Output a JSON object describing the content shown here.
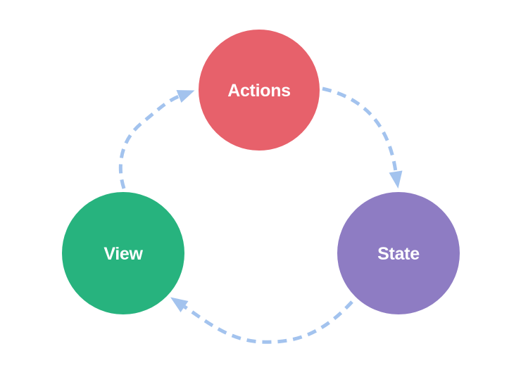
{
  "canvas": {
    "background": "#FFFFFF"
  },
  "diagram": {
    "type": "cycle",
    "arrow_color": "#A3C3EE",
    "nodes": [
      {
        "id": "actions",
        "label": "Actions",
        "color": "#E7616B",
        "text_color": "#FFFFFF"
      },
      {
        "id": "state",
        "label": "State",
        "color": "#8E7CC3",
        "text_color": "#FFFFFF"
      },
      {
        "id": "view",
        "label": "View",
        "color": "#27B37E",
        "text_color": "#FFFFFF"
      }
    ],
    "edges": [
      {
        "from": "view",
        "to": "actions",
        "style": "dashed-arrow"
      },
      {
        "from": "actions",
        "to": "state",
        "style": "dashed-arrow"
      },
      {
        "from": "state",
        "to": "view",
        "style": "dashed-arrow"
      }
    ]
  }
}
